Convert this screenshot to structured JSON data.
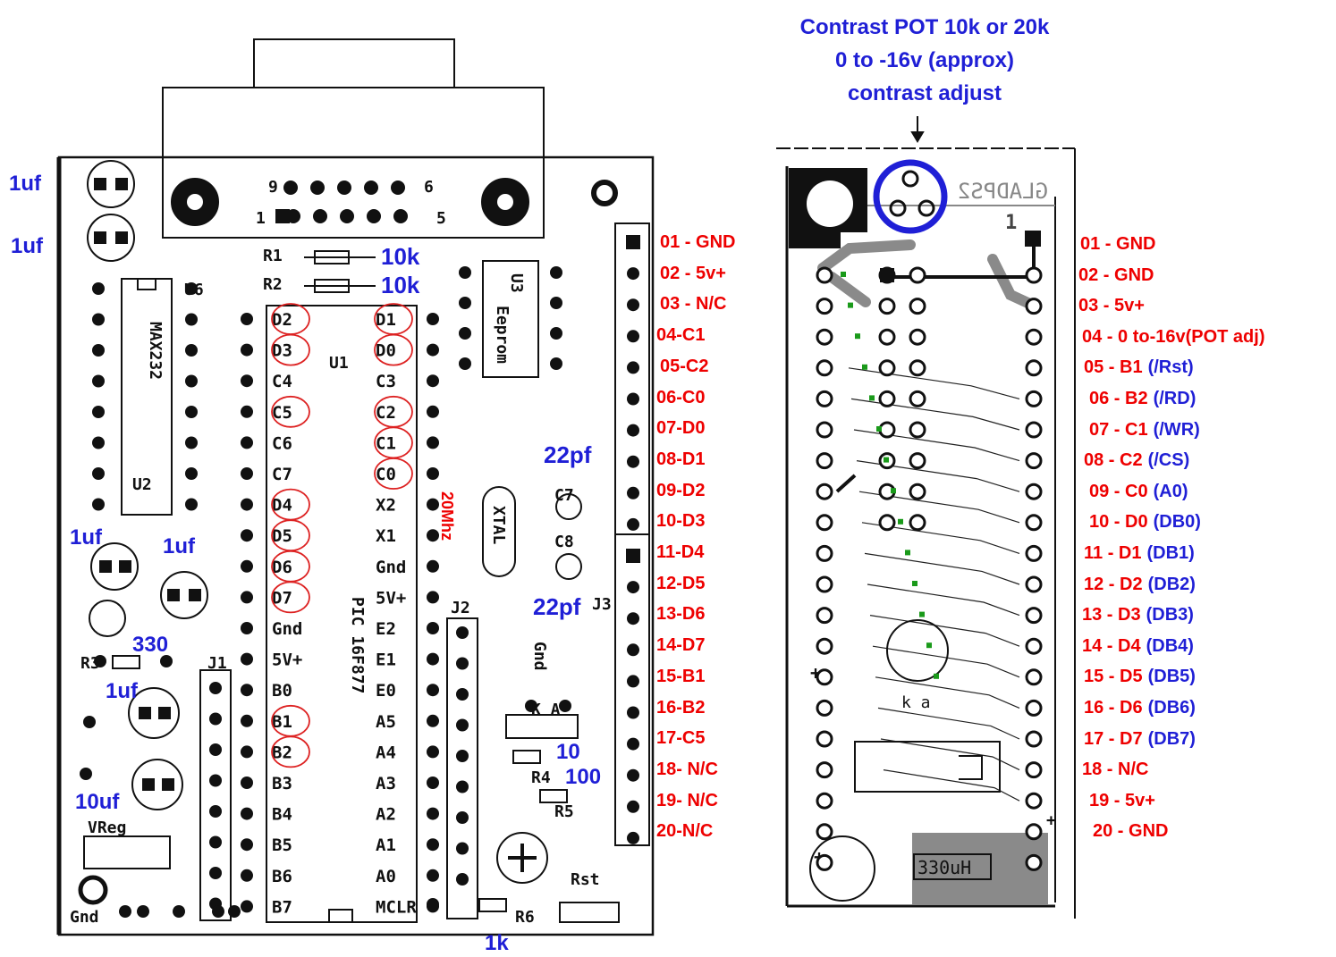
{
  "left_board": {
    "chips": {
      "u1": "U1",
      "u2": "U2",
      "u2_name": "MAX232",
      "u3": "U3",
      "u3_name": "Eeprom",
      "pic_name": "PIC 16F877",
      "j1": "J1",
      "j2": "J2",
      "j3": "J3",
      "xtal": "XTAL",
      "vreg": "VReg",
      "rst": "Rst",
      "gnd_lbl": "Gnd",
      "ka": "K  A",
      "r5": "R5",
      "r6": "R6",
      "r4": "R4",
      "r3": "R3",
      "r1": "R1",
      "r2": "R2",
      "c7": "C7",
      "c8": "C8",
      "db9_top": "9",
      "db9_top_r": "6",
      "db9_bot": "1",
      "db9_bot_r": "5",
      "u6": "U6",
      "gnd_bottom": "Gnd"
    },
    "pic_left_pins": [
      "D2",
      "D3",
      "C4",
      "C5",
      "C6",
      "C7",
      "D4",
      "D5",
      "D6",
      "D7",
      "Gnd",
      "5V+",
      "B0",
      "B1",
      "B2",
      "B3",
      "B4",
      "B5",
      "B6",
      "B7"
    ],
    "pic_right_pins": [
      "D1",
      "D0",
      "C3",
      "C2",
      "C1",
      "C0",
      "X2",
      "X1",
      "Gnd",
      "5V+",
      "E2",
      "E1",
      "E0",
      "A5",
      "A4",
      "A3",
      "A2",
      "A1",
      "A0",
      "MCLR"
    ],
    "blue_labels": {
      "cap1": "1uf",
      "cap2": "1uf",
      "r1": "10k",
      "r2": "10k",
      "c7": "22pf",
      "c8": "22pf",
      "cap3": "1uf",
      "cap4": "1uf",
      "r330": "330",
      "cap5": "1uf",
      "r10": "10",
      "r100": "100",
      "cap10": "10uf",
      "r1k": "1k"
    },
    "crystal": "20Mhz",
    "pin_labels": [
      "01 - GND",
      "02 - 5v+",
      "03 - N/C",
      "04-C1",
      "05-C2",
      "06-C0",
      "07-D0",
      "08-D1",
      "09-D2",
      "10-D3",
      "11-D4",
      "12-D5",
      "13-D6",
      "14-D7",
      "15-B1",
      "16-B2",
      "17-C5",
      "18- N/C",
      "19- N/C",
      "20-N/C"
    ]
  },
  "right_board": {
    "pot_title": [
      "Contrast POT 10k or 20k",
      "0 to -16v (approx)",
      "contrast adjust"
    ],
    "silkscreen": "GLADPS2",
    "pin1_mark": "1",
    "inductor": "330uH",
    "diode": "k  a",
    "pin_labels": [
      {
        "red": "01 - GND",
        "blue": ""
      },
      {
        "red": "02 - GND",
        "blue": ""
      },
      {
        "red": "03 - 5v+",
        "blue": ""
      },
      {
        "red": "04 - 0 to-16v(POT adj)",
        "blue": ""
      },
      {
        "red": "05 - B1",
        "blue": "(/Rst)"
      },
      {
        "red": "06 - B2",
        "blue": "(/RD)"
      },
      {
        "red": "07 - C1",
        "blue": "(/WR)"
      },
      {
        "red": "08 - C2",
        "blue": "(/CS)"
      },
      {
        "red": "09 - C0",
        "blue": "(A0)"
      },
      {
        "red": "10 - D0",
        "blue": "(DB0)"
      },
      {
        "red": "11 - D1",
        "blue": "(DB1)"
      },
      {
        "red": "12 - D2",
        "blue": "(DB2)"
      },
      {
        "red": "13 - D3",
        "blue": "(DB3)"
      },
      {
        "red": "14 - D4",
        "blue": "(DB4)"
      },
      {
        "red": "15 - D5",
        "blue": "(DB5)"
      },
      {
        "red": "16 - D6",
        "blue": "(DB6)"
      },
      {
        "red": "17 - D7",
        "blue": "(DB7)"
      },
      {
        "red": "18 - N/C",
        "blue": ""
      },
      {
        "red": "19 - 5v+",
        "blue": ""
      },
      {
        "red": "20 - GND",
        "blue": ""
      }
    ]
  },
  "colors": {
    "red": "#ee0000",
    "blue": "#1f1fd6",
    "green": "#1a9a1a",
    "copper": "#8a8a8a"
  }
}
